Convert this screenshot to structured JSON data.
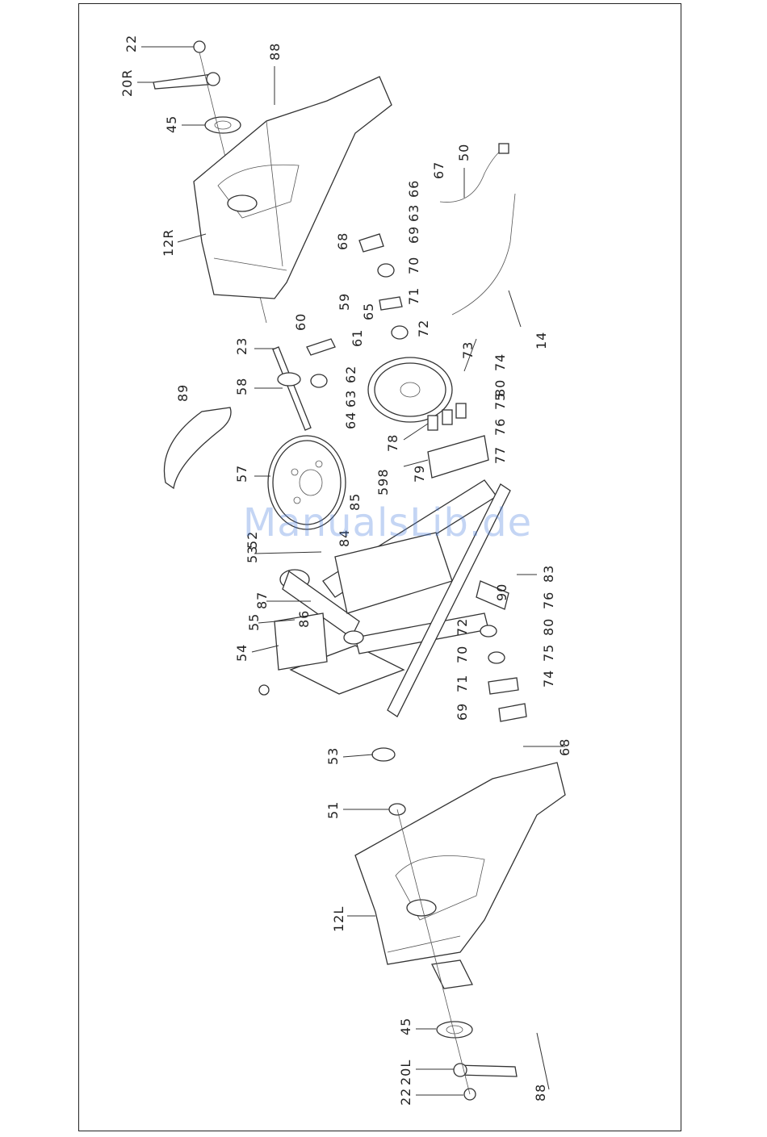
{
  "watermark": "ManualsLib.de",
  "callouts": [
    {
      "id": "c22a",
      "text": "22"
    },
    {
      "id": "c20R",
      "text": "20R"
    },
    {
      "id": "c88a",
      "text": "88"
    },
    {
      "id": "c45a",
      "text": "45"
    },
    {
      "id": "c12R",
      "text": "12R"
    },
    {
      "id": "c50",
      "text": "50"
    },
    {
      "id": "c67",
      "text": "67"
    },
    {
      "id": "c66",
      "text": "66"
    },
    {
      "id": "c63a",
      "text": "63"
    },
    {
      "id": "c68a",
      "text": "68"
    },
    {
      "id": "c69a",
      "text": "69"
    },
    {
      "id": "c70a",
      "text": "70"
    },
    {
      "id": "c71a",
      "text": "71"
    },
    {
      "id": "c72a",
      "text": "72"
    },
    {
      "id": "c73",
      "text": "73"
    },
    {
      "id": "c74a",
      "text": "74"
    },
    {
      "id": "c80a",
      "text": "80"
    },
    {
      "id": "c75a",
      "text": "75"
    },
    {
      "id": "c76a",
      "text": "76"
    },
    {
      "id": "c77",
      "text": "77"
    },
    {
      "id": "c14",
      "text": "14"
    },
    {
      "id": "c59",
      "text": "59"
    },
    {
      "id": "c60",
      "text": "60"
    },
    {
      "id": "c65",
      "text": "65"
    },
    {
      "id": "c61",
      "text": "61"
    },
    {
      "id": "c62",
      "text": "62"
    },
    {
      "id": "c63b",
      "text": "63"
    },
    {
      "id": "c64",
      "text": "64"
    },
    {
      "id": "c23",
      "text": "23"
    },
    {
      "id": "c58",
      "text": "58"
    },
    {
      "id": "c89",
      "text": "89"
    },
    {
      "id": "c57",
      "text": "57"
    },
    {
      "id": "c598",
      "text": "598"
    },
    {
      "id": "c85",
      "text": "85"
    },
    {
      "id": "c78",
      "text": "78"
    },
    {
      "id": "c79",
      "text": "79"
    },
    {
      "id": "c84",
      "text": "84"
    },
    {
      "id": "c52",
      "text": "52"
    },
    {
      "id": "c53a",
      "text": "53"
    },
    {
      "id": "c86",
      "text": "86"
    },
    {
      "id": "c87",
      "text": "87"
    },
    {
      "id": "c55",
      "text": "55"
    },
    {
      "id": "c54",
      "text": "54"
    },
    {
      "id": "c83",
      "text": "83"
    },
    {
      "id": "c90",
      "text": "90"
    },
    {
      "id": "c76b",
      "text": "76"
    },
    {
      "id": "c72b",
      "text": "72"
    },
    {
      "id": "c80b",
      "text": "80"
    },
    {
      "id": "c70b",
      "text": "70"
    },
    {
      "id": "c75b",
      "text": "75"
    },
    {
      "id": "c71b",
      "text": "71"
    },
    {
      "id": "c74b",
      "text": "74"
    },
    {
      "id": "c69b",
      "text": "69"
    },
    {
      "id": "c68b",
      "text": "68"
    },
    {
      "id": "c53b",
      "text": "53"
    },
    {
      "id": "c51",
      "text": "51"
    },
    {
      "id": "c12L",
      "text": "12L"
    },
    {
      "id": "c45b",
      "text": "45"
    },
    {
      "id": "c20L",
      "text": "20L"
    },
    {
      "id": "c22b",
      "text": "22"
    },
    {
      "id": "c88b",
      "text": "88"
    }
  ]
}
